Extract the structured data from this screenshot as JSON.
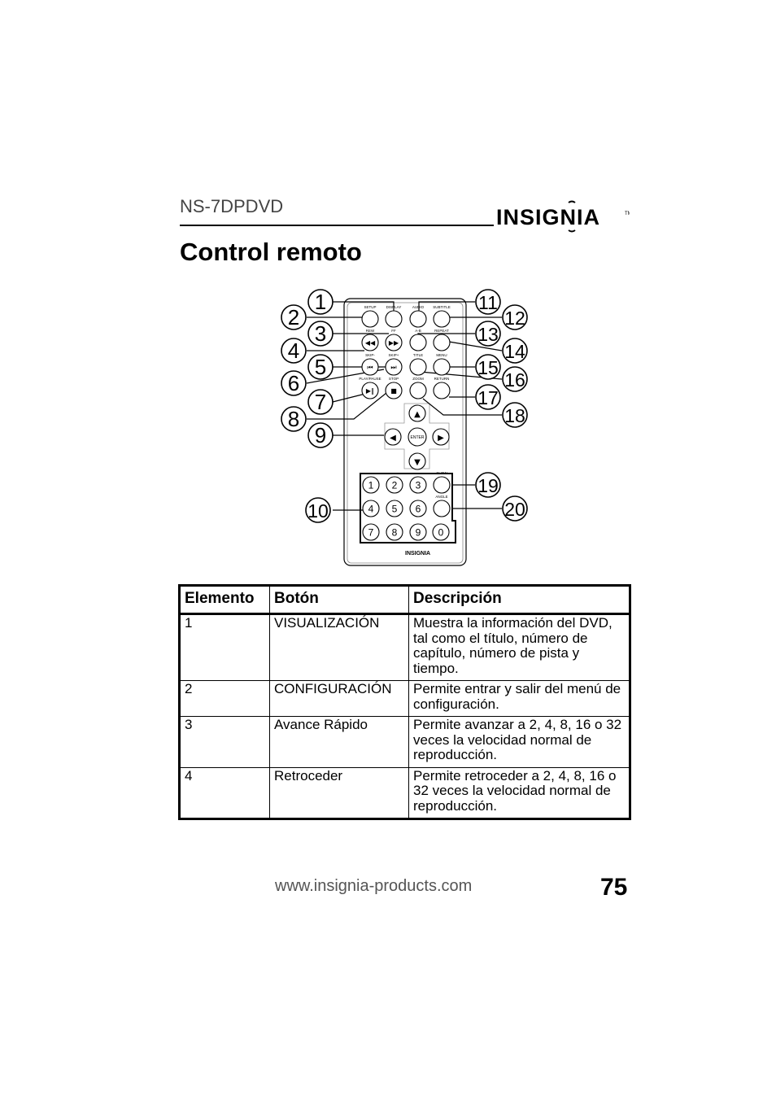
{
  "header": {
    "model": "NS-7DPDVD",
    "brand": "INSIGNIA",
    "title": "Control remoto"
  },
  "diagram": {
    "callouts": [
      "1",
      "2",
      "3",
      "4",
      "5",
      "6",
      "7",
      "8",
      "9",
      "10",
      "11",
      "12",
      "13",
      "14",
      "15",
      "16",
      "17",
      "18",
      "19",
      "20"
    ],
    "button_labels": [
      "SETUP",
      "DISPLAY",
      "AUDIO",
      "SUBTITLE",
      "REW",
      "FF",
      "A-B",
      "REPEAT",
      "SKIP-",
      "SKIP+",
      "TITLE",
      "MENU",
      "PLAY/PAUSE",
      "STOP",
      "ZOOM",
      "RETURN",
      "ENTER",
      "SLOW",
      "ANGLE"
    ],
    "digits": [
      "1",
      "2",
      "3",
      "4",
      "5",
      "6",
      "7",
      "8",
      "9",
      "0"
    ],
    "brand": "INSIGNIA"
  },
  "table": {
    "headers": [
      "Elemento",
      "Botón",
      "Descripción"
    ],
    "rows": [
      {
        "item": "1",
        "button": "VISUALIZACIÓN",
        "description": "Muestra la información del DVD, tal como el título, número de capítulo, número de pista y tiempo."
      },
      {
        "item": "2",
        "button": "CONFIGURACIÓN",
        "description": "Permite entrar y salir del menú de configuración."
      },
      {
        "item": "3",
        "button": "Avance Rápido",
        "description": "Permite avanzar a 2, 4, 8, 16 o 32 veces la velocidad normal de reproducción."
      },
      {
        "item": "4",
        "button": "Retroceder",
        "description": "Permite retroceder a 2, 4, 8, 16 o 32 veces la velocidad normal de reproducción."
      }
    ]
  },
  "footer": {
    "website": "www.insignia-products.com",
    "page_number": "75"
  }
}
